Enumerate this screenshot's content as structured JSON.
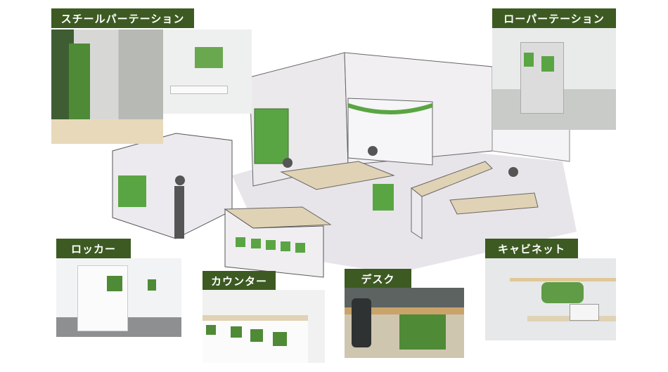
{
  "colors": {
    "label_bg": "#3d5a22",
    "green": "#4e9a3a",
    "panel": "#e9e7ea",
    "floor": "#e6e3e8",
    "wood": "#e0d2b4"
  },
  "labels": {
    "steel_partition": "スチールパーテーション",
    "low_partition": "ローパーテーション",
    "locker": "ロッカー",
    "counter": "カウンター",
    "desk": "デスク",
    "cabinet": "キャビネット"
  }
}
